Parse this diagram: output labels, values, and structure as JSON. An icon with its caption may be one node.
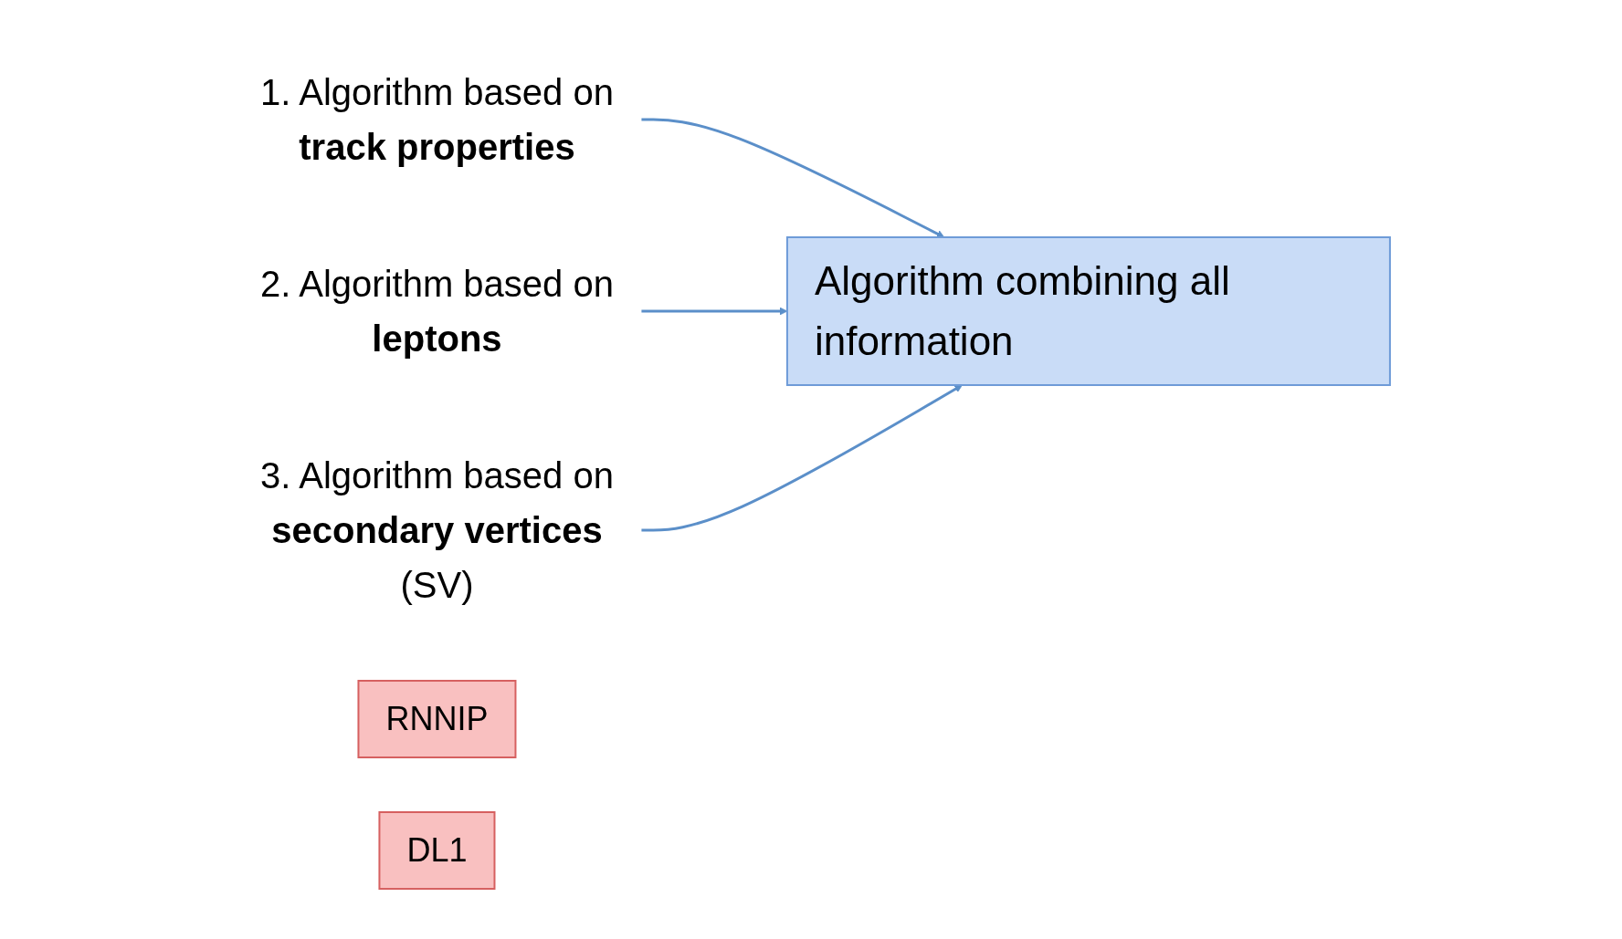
{
  "diagram": {
    "nodes": [
      {
        "text": [
          "1. Algorithm based on",
          "track properties"
        ]
      },
      {
        "text": [
          "2. Algorithm based on",
          "leptons"
        ]
      },
      {
        "text": [
          "3. Algorithm based on",
          "secondary vertices",
          "(SV)"
        ]
      },
      {
        "text": [
          "Algorithm combining all information"
        ]
      },
      {
        "text": [
          "RNNIP"
        ]
      },
      {
        "text": [
          "DL1"
        ]
      }
    ],
    "edges": [
      {
        "from": 0,
        "to": 3,
        "arrow": "to"
      },
      {
        "from": 1,
        "to": 3,
        "arrow": "to"
      },
      {
        "from": 2,
        "to": 3,
        "arrow": "to"
      }
    ]
  }
}
